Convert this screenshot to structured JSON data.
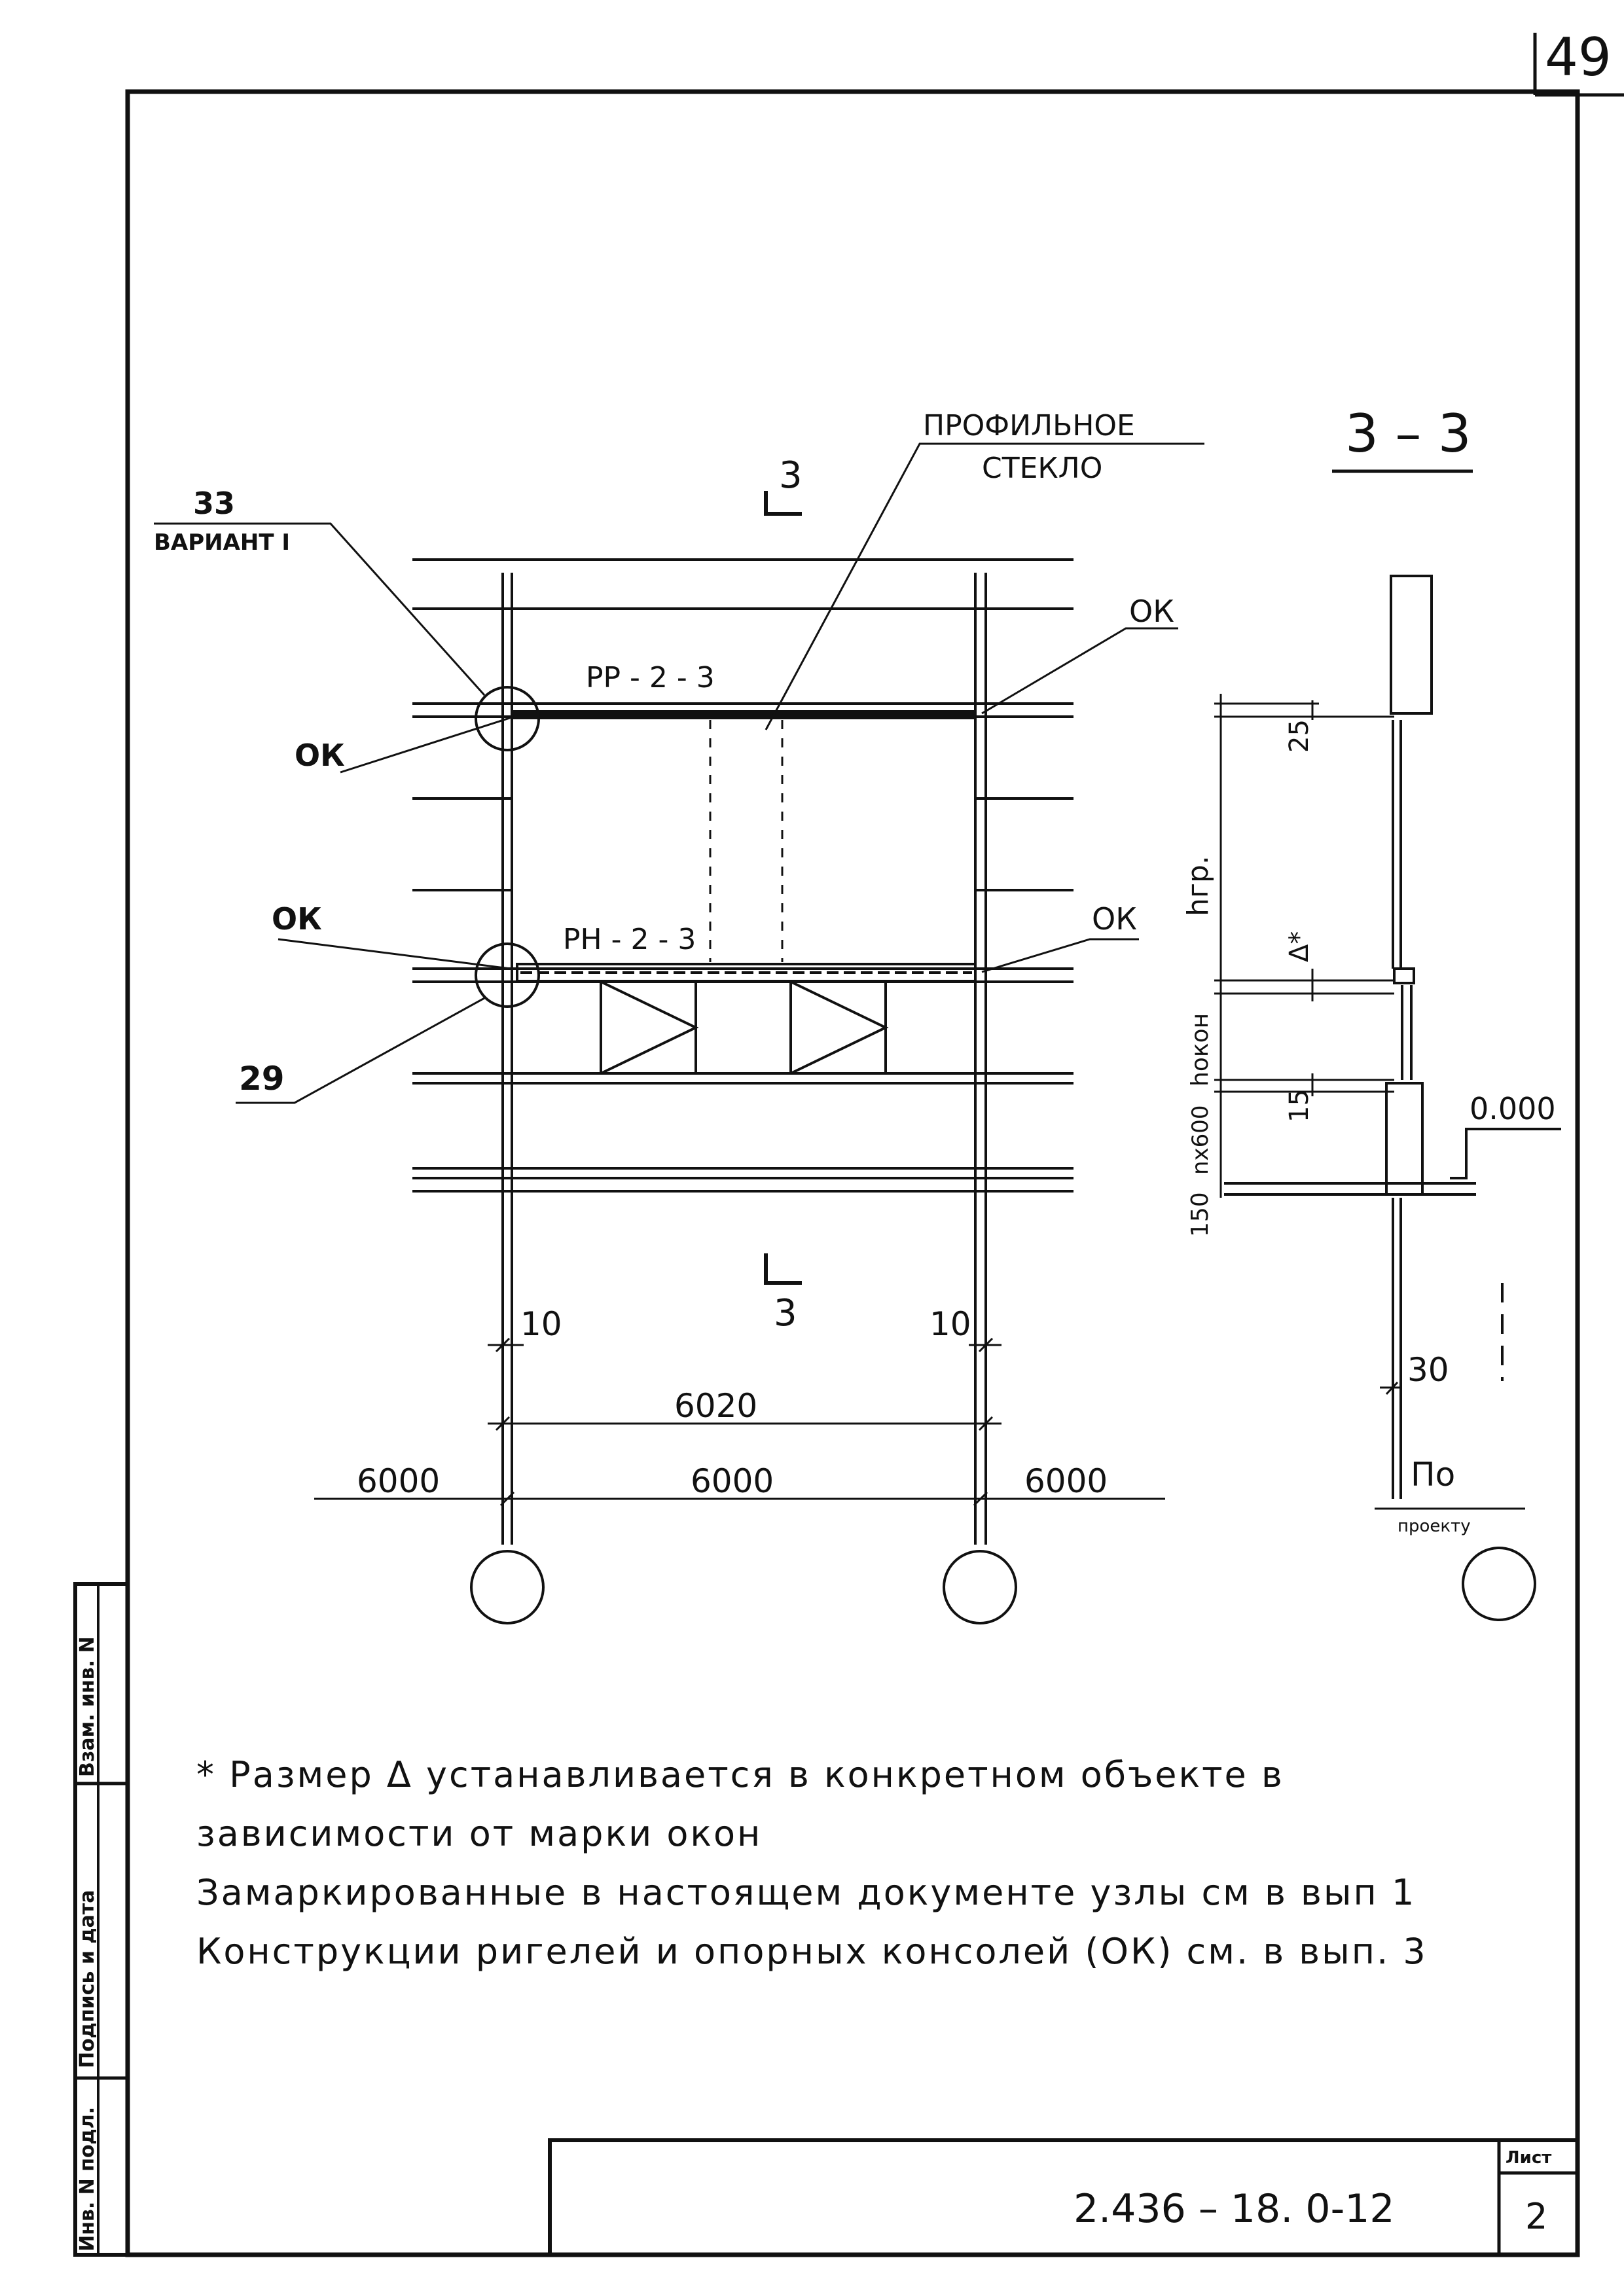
{
  "sheet_corner_number": "49",
  "drawing": {
    "section_mark_top": "3",
    "section_mark_bottom": "3",
    "profiled_glass_label_1": "ПРОФИЛЬНОЕ",
    "profiled_glass_label_2": "СТЕКЛО",
    "node_33": "33",
    "node_33_variant": "ВАРИАНТ I",
    "node_29": "29",
    "ok_labels": [
      "ОК",
      "ОК",
      "ОК",
      "ОК"
    ],
    "beam_top": "РР - 2 - 3",
    "beam_bottom": "РН - 2 - 3",
    "dim_10_left": "10",
    "dim_10_right": "10",
    "dim_6020": "6020",
    "dim_6000_left": "6000",
    "dim_6000_mid": "6000",
    "dim_6000_right": "6000"
  },
  "section": {
    "title": "3 – 3",
    "dim_25": "25",
    "dim_h_gr": "hгр.",
    "dim_delta": "Δ*",
    "dim_h_okon": "hокон",
    "dim_15": "15",
    "dim_nx600": "nх600",
    "dim_150": "150",
    "level_mark": "0.000",
    "dim_30": "30",
    "by_project_1": "По",
    "by_project_2": "проекту"
  },
  "notes": [
    "* Размер Δ устанавливается в конкретном объекте в",
    "зависимости от марки окон",
    "Замаркированные в настоящем документе узлы см в вып 1",
    "Конструкции ригелей и опорных консолей (ОК) см. в вып. 3"
  ],
  "stamp_side": [
    "Инв. N подл.",
    "Подпись и дата",
    "Взам. инв. N"
  ],
  "title_block": {
    "code": "2.436 – 18. 0-12",
    "sheet_label": "Лист",
    "sheet_number": "2"
  }
}
